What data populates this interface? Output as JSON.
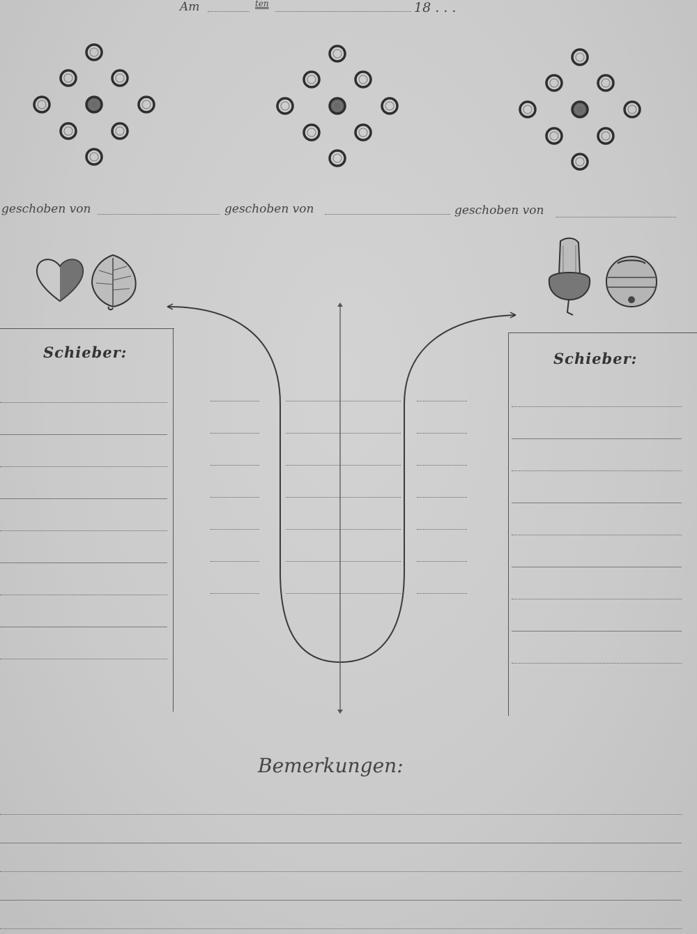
{
  "header": {
    "am": "Am",
    "ten": "ten",
    "year": "18 . . ."
  },
  "lanes": [
    {
      "label": "geschoben von"
    },
    {
      "label": "geschoben von"
    },
    {
      "label": "geschoben von"
    }
  ],
  "left_column": {
    "title": "Schieber:",
    "suit_icons": [
      "heart-icon",
      "leaf-icon"
    ]
  },
  "right_column": {
    "title": "Schieber:",
    "suit_icons": [
      "acorn-icon",
      "bell-icon"
    ]
  },
  "remarks": {
    "title": "Bemerkungen:"
  }
}
